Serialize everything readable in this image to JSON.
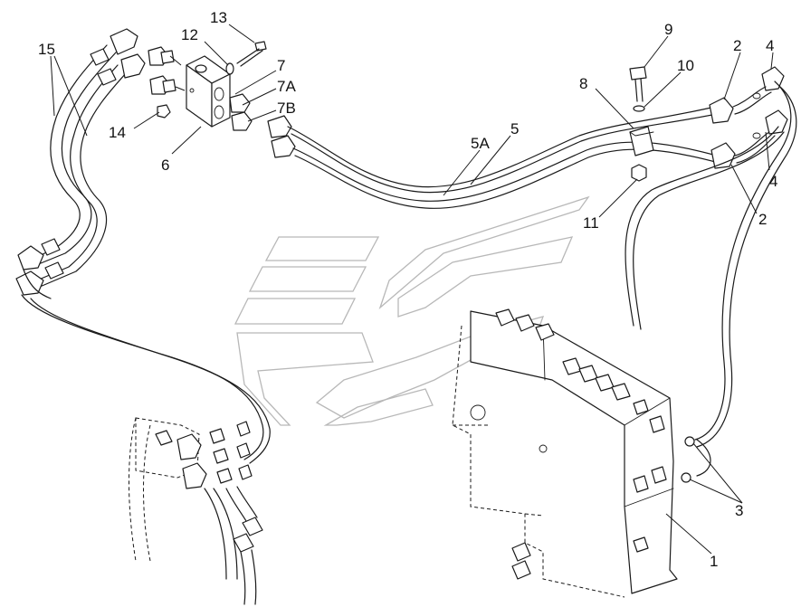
{
  "diagram": {
    "type": "parts-exploded-view",
    "colors": {
      "line": "#1a1a1a",
      "watermark": "#b8b8b8",
      "background": "#ffffff"
    },
    "callouts": [
      {
        "id": "c1",
        "label": "1"
      },
      {
        "id": "c2a",
        "label": "2"
      },
      {
        "id": "c2b",
        "label": "2"
      },
      {
        "id": "c3",
        "label": "3"
      },
      {
        "id": "c4a",
        "label": "4"
      },
      {
        "id": "c4b",
        "label": "4"
      },
      {
        "id": "c5",
        "label": "5"
      },
      {
        "id": "c5a",
        "label": "5A"
      },
      {
        "id": "c6",
        "label": "6"
      },
      {
        "id": "c7",
        "label": "7"
      },
      {
        "id": "c7a",
        "label": "7A"
      },
      {
        "id": "c7b",
        "label": "7B"
      },
      {
        "id": "c8",
        "label": "8"
      },
      {
        "id": "c9",
        "label": "9"
      },
      {
        "id": "c10",
        "label": "10"
      },
      {
        "id": "c11",
        "label": "11"
      },
      {
        "id": "c12",
        "label": "12"
      },
      {
        "id": "c13",
        "label": "13"
      },
      {
        "id": "c14",
        "label": "14"
      },
      {
        "id": "c15",
        "label": "15"
      }
    ]
  }
}
